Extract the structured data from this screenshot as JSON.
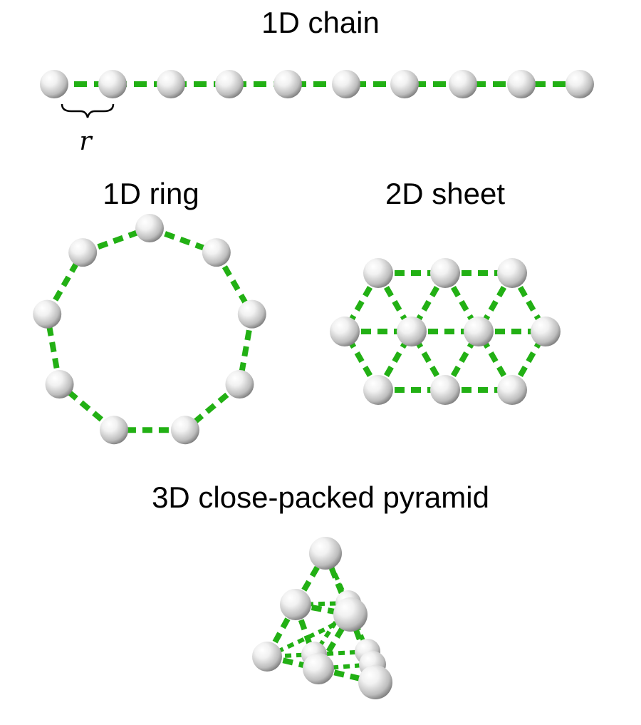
{
  "figure": {
    "panels": {
      "chain": {
        "title": "1D chain",
        "spacing_label": "r"
      },
      "ring": {
        "title": "1D ring"
      },
      "sheet": {
        "title": "2D sheet"
      },
      "pyramid": {
        "title": "3D close-packed pyramid"
      }
    },
    "colors": {
      "bond": "#22b014",
      "atom_light": "#ffffff",
      "atom_mid": "#d4d4d4",
      "atom_dark": "#6f6f6f",
      "text": "#000000"
    },
    "elements": {
      "atom": "shaded-sphere",
      "bond": "dashed-green-line"
    }
  }
}
